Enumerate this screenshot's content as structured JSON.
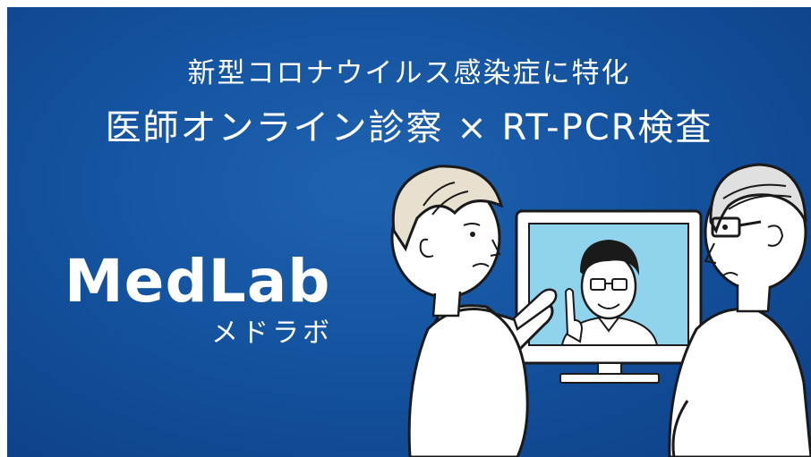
{
  "headline": {
    "line1": "新型コロナウイルス感染症に特化",
    "line2": "医師オンライン診察 × RT-PCR検査"
  },
  "brand": {
    "name": "MedLab",
    "kana": "メドラボ"
  },
  "colors": {
    "background": "#14539f",
    "text": "#ffffff",
    "screen": "#8fd3ec"
  },
  "illustration": {
    "woman": "patient-woman-illustration",
    "man": "patient-man-illustration",
    "monitor": "monitor-icon",
    "doctor": "doctor-on-screen-illustration"
  }
}
